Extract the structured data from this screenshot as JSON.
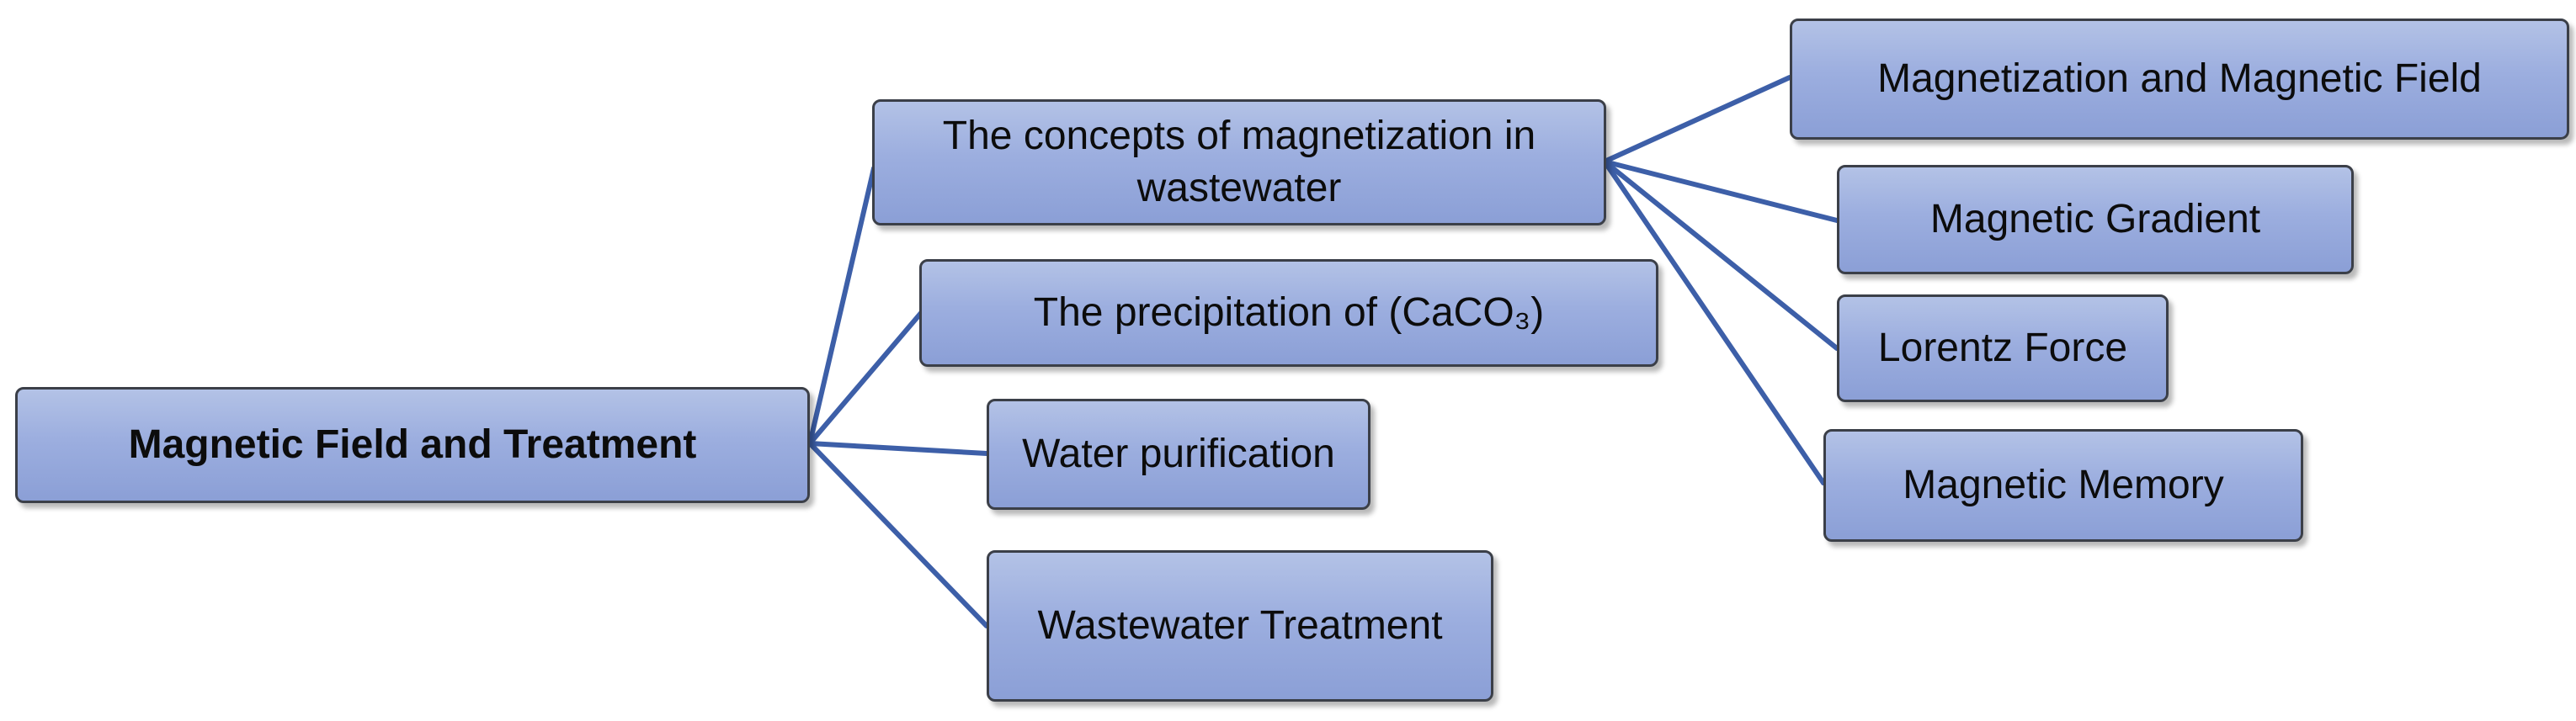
{
  "diagram": {
    "root": "Magnetic Field and Treatment",
    "branches": {
      "concepts": "The concepts of magnetization in wastewater",
      "precipitation": "The precipitation of (CaCO₃)",
      "purification": "Water purification",
      "wastewater": "Wastewater Treatment"
    },
    "concepts_children": {
      "magnetization": "Magnetization and Magnetic Field",
      "gradient": "Magnetic Gradient",
      "lorentz": "Lorentz Force",
      "memory": "Magnetic Memory"
    }
  },
  "colors": {
    "box_fill": "#9caedf",
    "box_border": "#3b3f48",
    "connector": "#3d5fa8"
  }
}
